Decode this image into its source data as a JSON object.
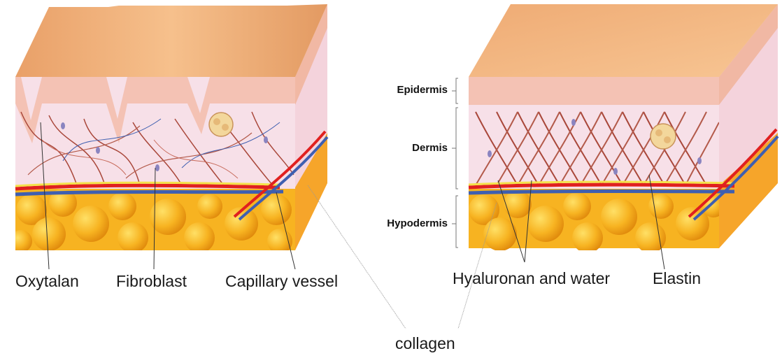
{
  "labels": {
    "oxytalan": "Oxytalan",
    "fibroblast": "Fibroblast",
    "capillary_vessel": "Capillary vessel",
    "hyaluronan_water": "Hyaluronan and water",
    "elastin": "Elastin",
    "collagen": "collagen"
  },
  "layers": {
    "epidermis": "Epidermis",
    "dermis": "Dermis",
    "hypodermis": "Hypodermis"
  },
  "colors": {
    "skin_top": "#f2b27e",
    "epidermis": "#f4c2b4",
    "dermis": "#f7e0e8",
    "fat": "#f7b321",
    "collagen_fiber": "#a9473a",
    "artery": "#e0201f",
    "vein": "#3f5fb0"
  }
}
